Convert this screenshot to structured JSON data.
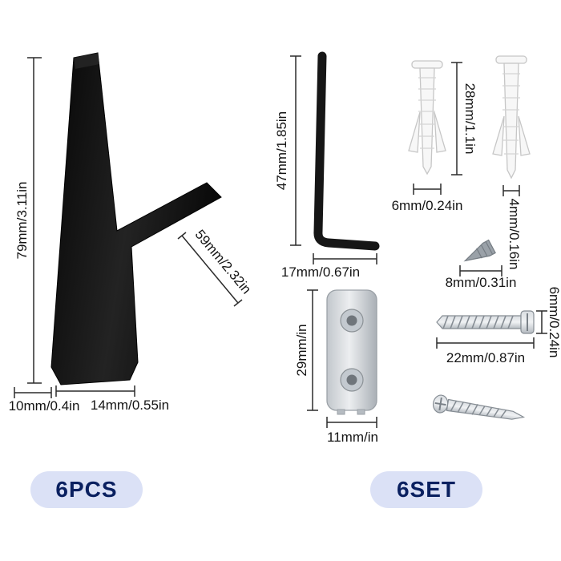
{
  "colors": {
    "badge-bg": "#dbe1f6",
    "badge-text": "#0a2060"
  },
  "hook": {
    "height": "79mm/3.11in",
    "arm": "59mm/2.32in",
    "base_depth": "10mm/0.4in",
    "base_width": "14mm/0.55in"
  },
  "allen_key": {
    "length": "47mm/1.85in",
    "short_arm": "17mm/0.67in"
  },
  "anchors": {
    "length": "28mm/1.1in",
    "outer_diameter": "6mm/0.24in",
    "inner_diameter": "4mm/0.16in"
  },
  "set_screw": {
    "length": "8mm/0.31in"
  },
  "screw": {
    "length": "22mm/0.87in",
    "diameter": "6mm/0.24in"
  },
  "plate": {
    "height": "29mm/in",
    "width": "11mm/in"
  },
  "badges": {
    "hooks": "6PCS",
    "hardware": "6SET"
  }
}
